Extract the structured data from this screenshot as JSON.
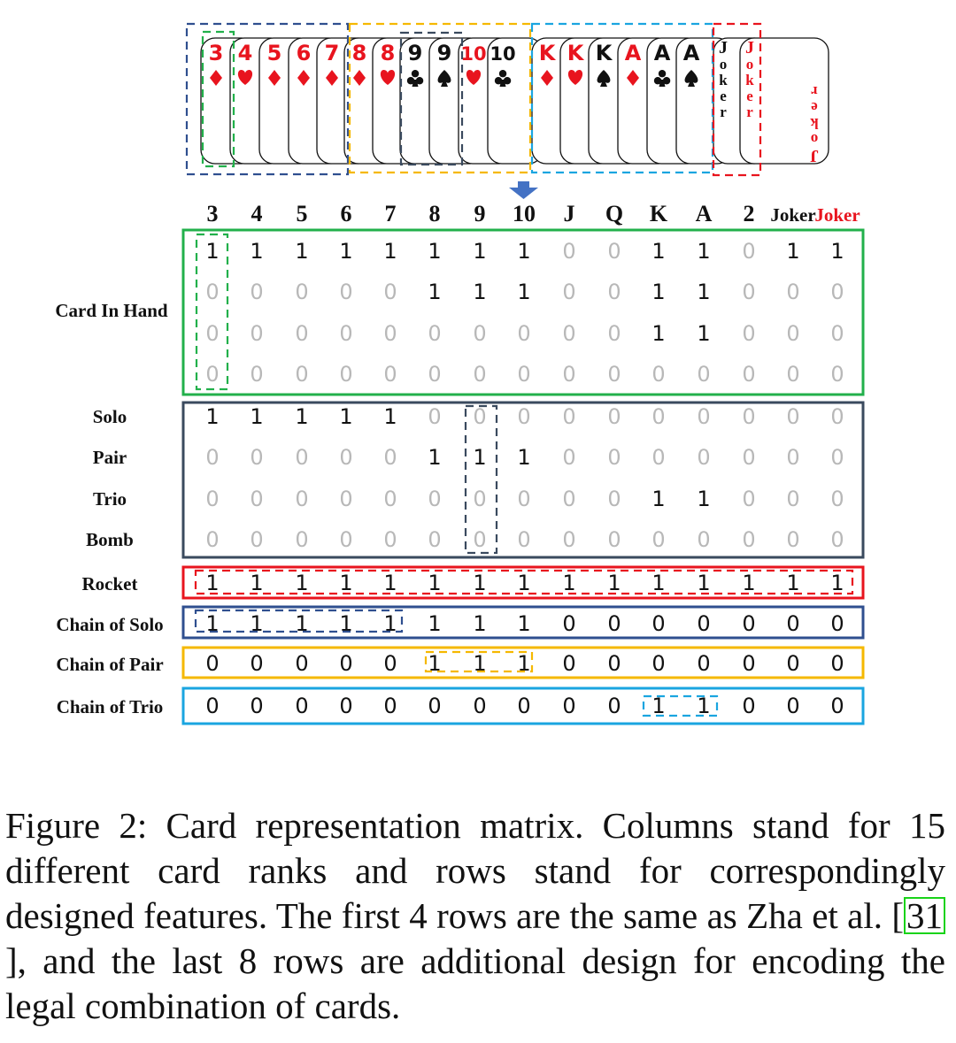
{
  "ranks": [
    "3",
    "4",
    "5",
    "6",
    "7",
    "8",
    "9",
    "10",
    "J",
    "Q",
    "K",
    "A",
    "2",
    "Joker",
    "Joker"
  ],
  "hand_cards": [
    {
      "rank": "3",
      "suit": "diamond",
      "color": "red"
    },
    {
      "rank": "4",
      "suit": "heart",
      "color": "red"
    },
    {
      "rank": "5",
      "suit": "diamond",
      "color": "red"
    },
    {
      "rank": "6",
      "suit": "diamond",
      "color": "red"
    },
    {
      "rank": "7",
      "suit": "diamond",
      "color": "red"
    },
    {
      "rank": "8",
      "suit": "diamond",
      "color": "red"
    },
    {
      "rank": "8",
      "suit": "heart",
      "color": "red"
    },
    {
      "rank": "9",
      "suit": "club",
      "color": "black"
    },
    {
      "rank": "9",
      "suit": "spade",
      "color": "black"
    },
    {
      "rank": "10",
      "suit": "heart",
      "color": "red"
    },
    {
      "rank": "10",
      "suit": "club",
      "color": "black"
    },
    {
      "rank": "K",
      "suit": "diamond",
      "color": "red"
    },
    {
      "rank": "K",
      "suit": "heart",
      "color": "red"
    },
    {
      "rank": "K",
      "suit": "spade",
      "color": "black"
    },
    {
      "rank": "A",
      "suit": "diamond",
      "color": "red"
    },
    {
      "rank": "A",
      "suit": "club",
      "color": "black"
    },
    {
      "rank": "A",
      "suit": "spade",
      "color": "black"
    },
    {
      "rank": "Joker",
      "suit": "none",
      "color": "black"
    },
    {
      "rank": "Joker",
      "suit": "none",
      "color": "red"
    }
  ],
  "groups": [
    {
      "label": "Card In Hand",
      "rows": [
        [
          1,
          1,
          1,
          1,
          1,
          1,
          1,
          1,
          0,
          0,
          1,
          1,
          0,
          1,
          1
        ],
        [
          0,
          0,
          0,
          0,
          0,
          1,
          1,
          1,
          0,
          0,
          1,
          1,
          0,
          0,
          0
        ],
        [
          0,
          0,
          0,
          0,
          0,
          0,
          0,
          0,
          0,
          0,
          1,
          1,
          0,
          0,
          0
        ],
        [
          0,
          0,
          0,
          0,
          0,
          0,
          0,
          0,
          0,
          0,
          0,
          0,
          0,
          0,
          0
        ]
      ]
    },
    {
      "labels": [
        "Solo",
        "Pair",
        "Trio",
        "Bomb"
      ],
      "rows": [
        [
          1,
          1,
          1,
          1,
          1,
          0,
          0,
          0,
          0,
          0,
          0,
          0,
          0,
          0,
          0
        ],
        [
          0,
          0,
          0,
          0,
          0,
          1,
          1,
          1,
          0,
          0,
          0,
          0,
          0,
          0,
          0
        ],
        [
          0,
          0,
          0,
          0,
          0,
          0,
          0,
          0,
          0,
          0,
          1,
          1,
          0,
          0,
          0
        ],
        [
          0,
          0,
          0,
          0,
          0,
          0,
          0,
          0,
          0,
          0,
          0,
          0,
          0,
          0,
          0
        ]
      ]
    },
    {
      "label": "Rocket",
      "rows": [
        [
          1,
          1,
          1,
          1,
          1,
          1,
          1,
          1,
          1,
          1,
          1,
          1,
          1,
          1,
          1
        ]
      ]
    },
    {
      "label": "Chain of Solo",
      "rows": [
        [
          1,
          1,
          1,
          1,
          1,
          1,
          1,
          1,
          0,
          0,
          0,
          0,
          0,
          0,
          0
        ]
      ]
    },
    {
      "label": "Chain of Pair",
      "rows": [
        [
          0,
          0,
          0,
          0,
          0,
          1,
          1,
          1,
          0,
          0,
          0,
          0,
          0,
          0,
          0
        ]
      ]
    },
    {
      "label": "Chain of Trio",
      "rows": [
        [
          0,
          0,
          0,
          0,
          0,
          0,
          0,
          0,
          0,
          0,
          1,
          1,
          0,
          0,
          0
        ]
      ]
    }
  ],
  "colors": {
    "green": "#22b04b",
    "slate": "#3a4a5e",
    "red": "#e8141e",
    "navy": "#2f4f8f",
    "gold": "#f5b800",
    "cyan": "#1aa5e0",
    "arrow": "#4472c4"
  },
  "caption": {
    "before": "Figure 2: Card representation matrix. Columns stand for 15 different card ranks and rows stand for correspondingly designed features. The first 4 rows are the same as Zha et al. [",
    "ref": "31",
    "after": "], and the last 8 rows are additional design for encoding the legal combination of cards."
  }
}
